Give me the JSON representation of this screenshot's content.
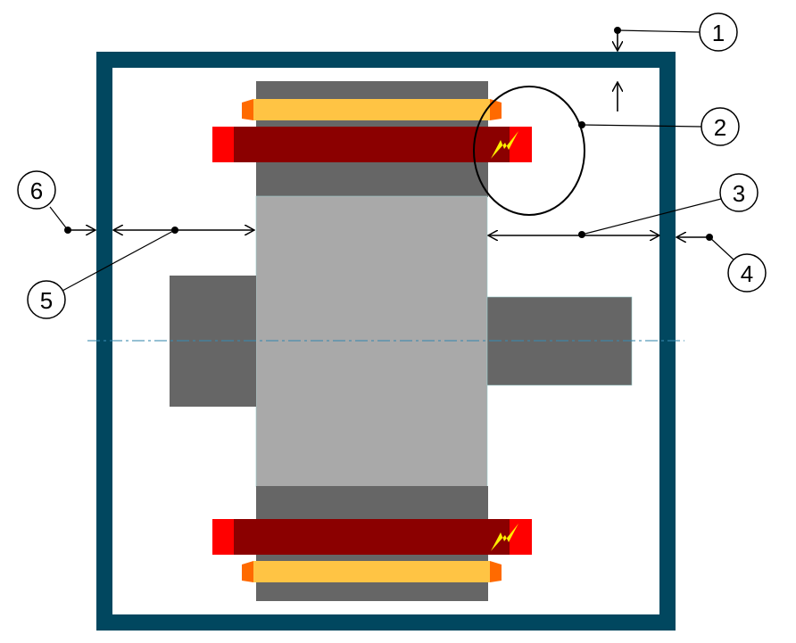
{
  "callouts": [
    {
      "id": "1",
      "label": "1"
    },
    {
      "id": "2",
      "label": "2"
    },
    {
      "id": "3",
      "label": "3"
    },
    {
      "id": "4",
      "label": "4"
    },
    {
      "id": "5",
      "label": "5"
    },
    {
      "id": "6",
      "label": "6"
    }
  ],
  "colors": {
    "housing": "#01475f",
    "core_dark": "#666666",
    "core_light": "#a9a9a9",
    "winding": "#8b0000",
    "winding_end": "#ff0000",
    "bar": "#ffc444",
    "bar_end": "#ff6a00",
    "lightning": "#ffee00",
    "centerline": "#3a8ab0"
  }
}
